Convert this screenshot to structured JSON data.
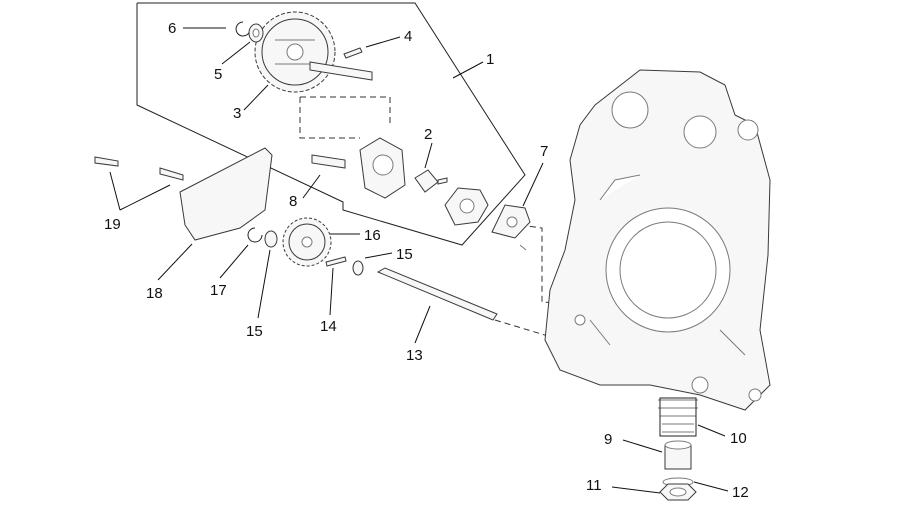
{
  "callouts": [
    {
      "id": "1",
      "label": "1"
    },
    {
      "id": "2",
      "label": "2"
    },
    {
      "id": "3",
      "label": "3"
    },
    {
      "id": "4",
      "label": "4"
    },
    {
      "id": "5",
      "label": "5"
    },
    {
      "id": "6",
      "label": "6"
    },
    {
      "id": "7",
      "label": "7"
    },
    {
      "id": "8",
      "label": "8"
    },
    {
      "id": "9",
      "label": "9"
    },
    {
      "id": "10",
      "label": "10"
    },
    {
      "id": "11",
      "label": "11"
    },
    {
      "id": "12",
      "label": "12"
    },
    {
      "id": "13",
      "label": "13"
    },
    {
      "id": "14",
      "label": "14"
    },
    {
      "id": "15a",
      "label": "15"
    },
    {
      "id": "15b",
      "label": "15"
    },
    {
      "id": "16",
      "label": "16"
    },
    {
      "id": "17",
      "label": "17"
    },
    {
      "id": "18",
      "label": "18"
    },
    {
      "id": "19",
      "label": "19"
    }
  ],
  "colors": {
    "line": "#222222",
    "part_fill": "#f7f7f7",
    "background": "#ffffff"
  }
}
